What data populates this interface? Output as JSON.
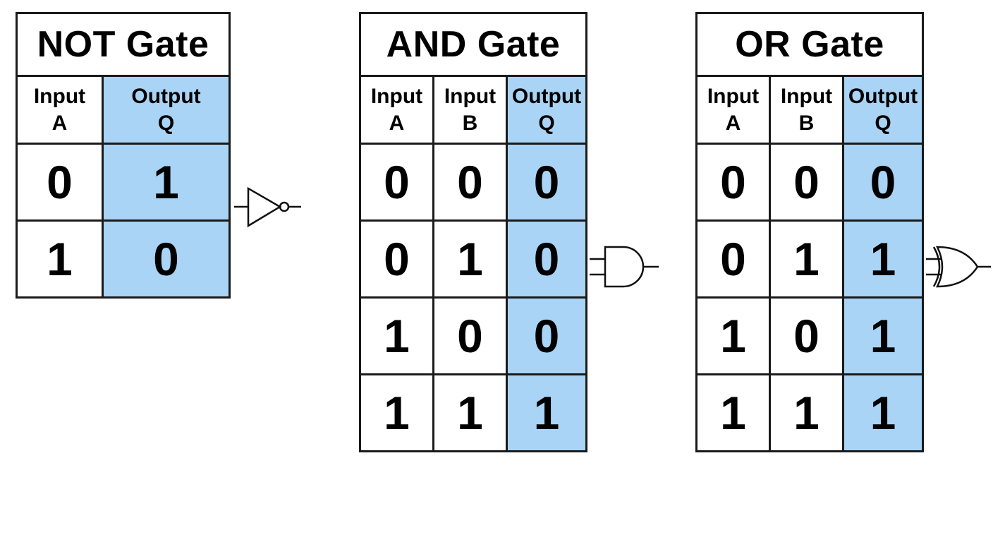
{
  "colors": {
    "output_fill": "#a9d4f5",
    "border": "#1a1a1a"
  },
  "tables": [
    {
      "id": "not",
      "title": "NOT Gate",
      "headers": [
        {
          "line1": "Input",
          "line2": "A"
        },
        {
          "line1": "Output",
          "line2": "Q"
        }
      ],
      "rows": [
        [
          "0",
          "1"
        ],
        [
          "1",
          "0"
        ]
      ],
      "symbol": "not-gate-icon"
    },
    {
      "id": "and",
      "title": "AND Gate",
      "headers": [
        {
          "line1": "Input",
          "line2": "A"
        },
        {
          "line1": "Input",
          "line2": "B"
        },
        {
          "line1": "Output",
          "line2": "Q"
        }
      ],
      "rows": [
        [
          "0",
          "0",
          "0"
        ],
        [
          "0",
          "1",
          "0"
        ],
        [
          "1",
          "0",
          "0"
        ],
        [
          "1",
          "1",
          "1"
        ]
      ],
      "symbol": "and-gate-icon"
    },
    {
      "id": "or",
      "title": "OR Gate",
      "headers": [
        {
          "line1": "Input",
          "line2": "A"
        },
        {
          "line1": "Input",
          "line2": "B"
        },
        {
          "line1": "Output",
          "line2": "Q"
        }
      ],
      "rows": [
        [
          "0",
          "0",
          "0"
        ],
        [
          "0",
          "1",
          "1"
        ],
        [
          "1",
          "0",
          "1"
        ],
        [
          "1",
          "1",
          "1"
        ]
      ],
      "symbol": "or-gate-icon"
    }
  ]
}
